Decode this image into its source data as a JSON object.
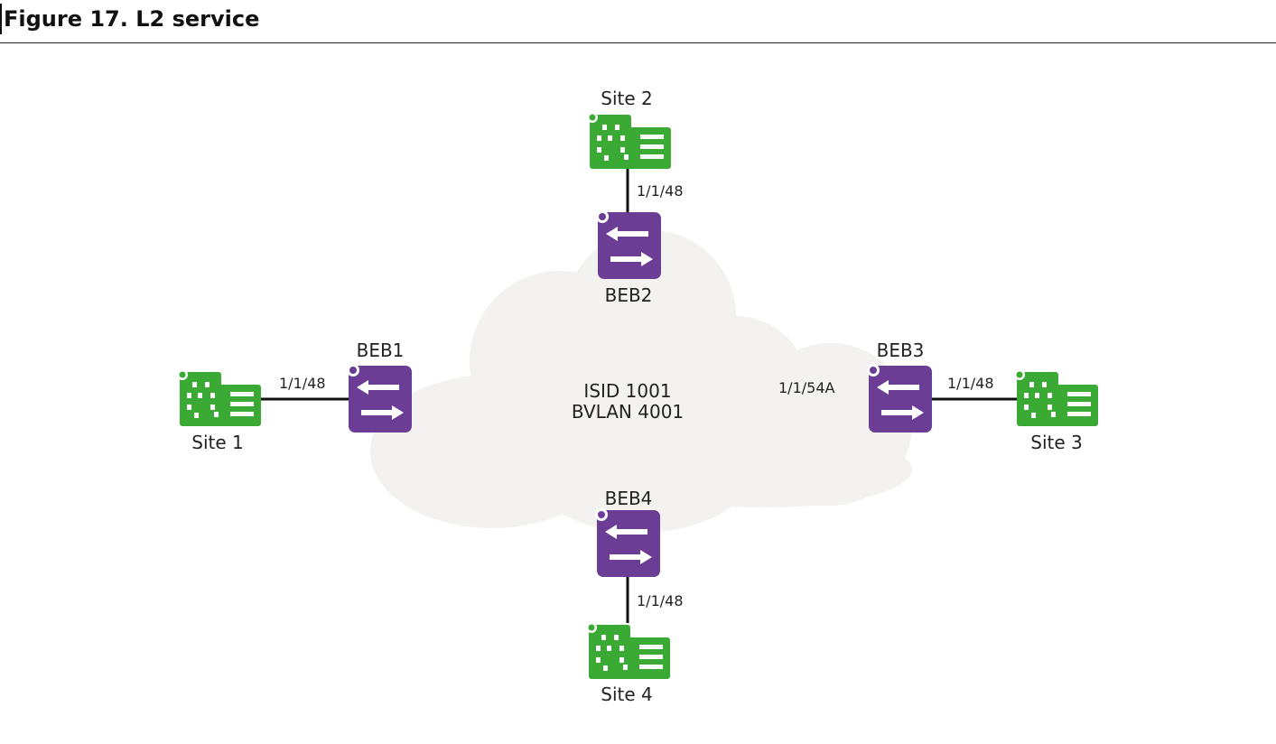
{
  "figure": {
    "title": "Figure 17. L2 service"
  },
  "cloud": {
    "isid": "ISID 1001",
    "bvlan": "BVLAN 4001"
  },
  "nodes": {
    "site1": {
      "label": "Site 1",
      "icon": "site-building-icon"
    },
    "site2": {
      "label": "Site 2",
      "icon": "site-building-icon"
    },
    "site3": {
      "label": "Site 3",
      "icon": "site-building-icon"
    },
    "site4": {
      "label": "Site 4",
      "icon": "site-building-icon"
    },
    "beb1": {
      "label": "BEB1",
      "icon": "switch-icon"
    },
    "beb2": {
      "label": "BEB2",
      "icon": "switch-icon"
    },
    "beb3": {
      "label": "BEB3",
      "icon": "switch-icon"
    },
    "beb4": {
      "label": "BEB4",
      "icon": "switch-icon"
    }
  },
  "ports": {
    "beb1_site1": "1/1/48",
    "beb2_site2": "1/1/48",
    "beb3_site3": "1/1/48",
    "beb3_cloud": "1/1/54A",
    "beb4_site4": "1/1/48"
  },
  "colors": {
    "site": "#3aaa35",
    "switch": "#6b3d94",
    "cloud": "#f3f2f1",
    "link": "#111111"
  }
}
